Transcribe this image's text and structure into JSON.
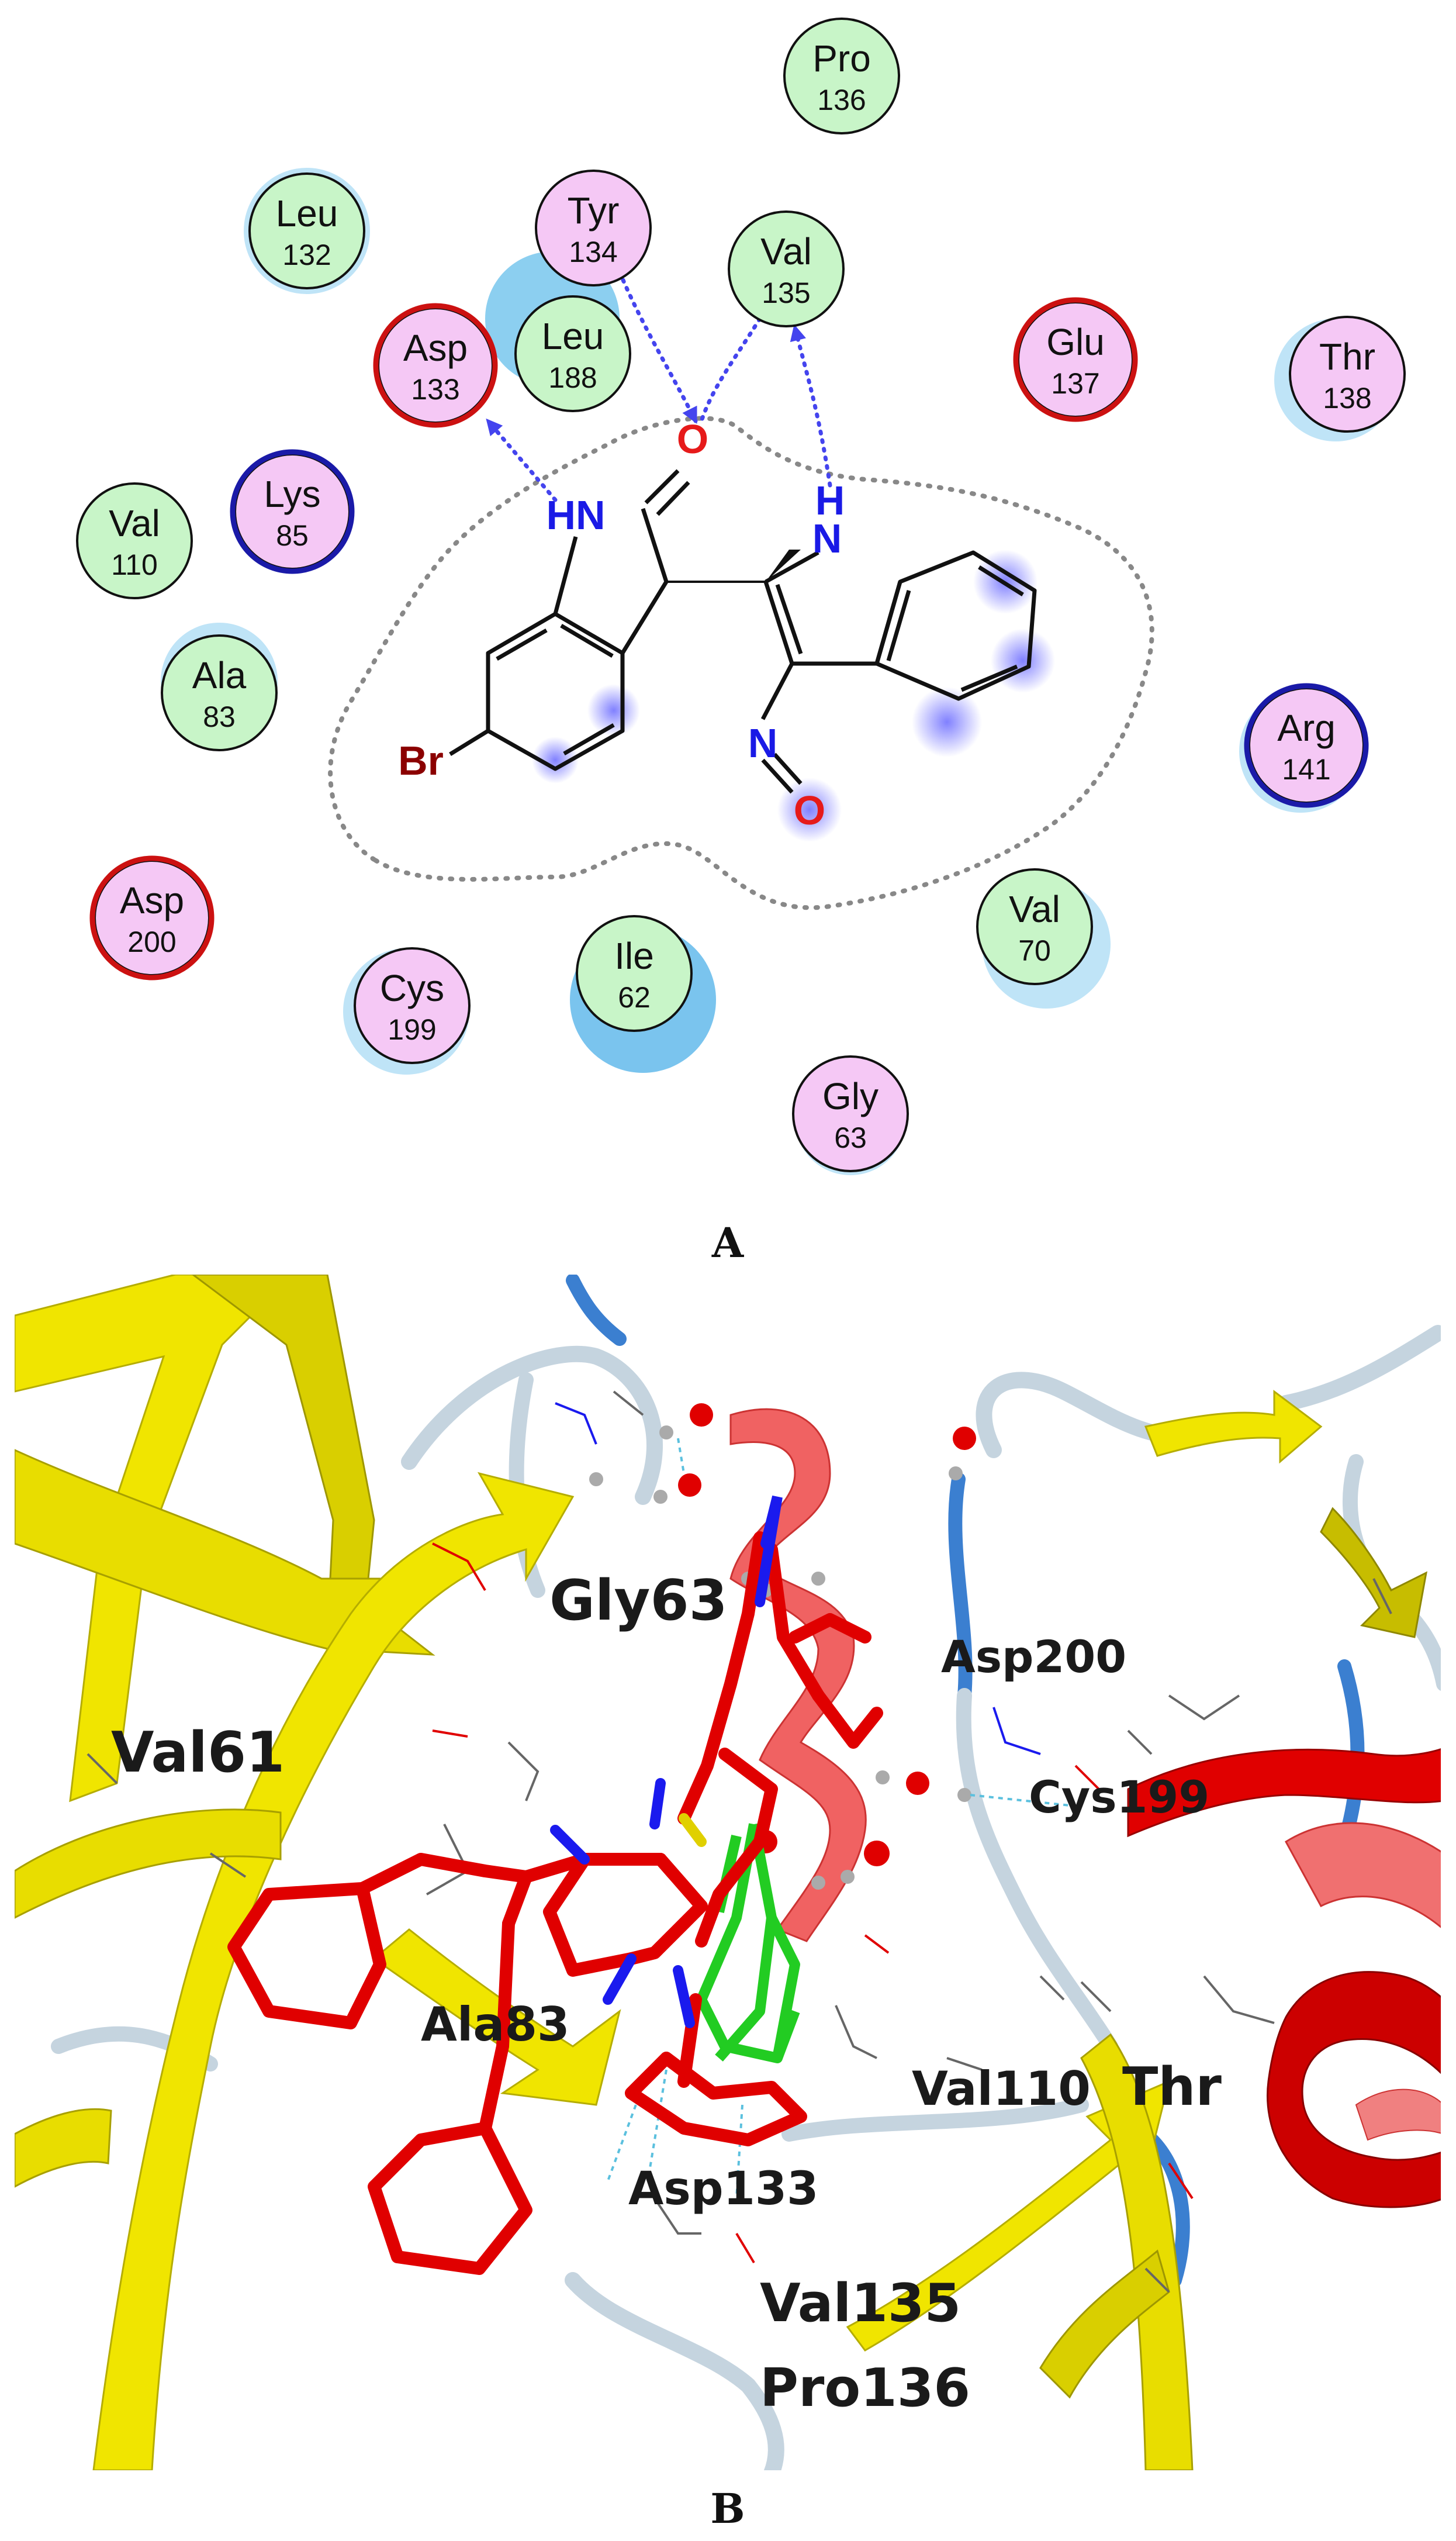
{
  "panel_a": {
    "label": "A",
    "residues": [
      {
        "name": "Pro",
        "num": "136",
        "type": "hydrophobic"
      },
      {
        "name": "Leu",
        "num": "132",
        "type": "hydrophobic"
      },
      {
        "name": "Tyr",
        "num": "134",
        "type": "polar"
      },
      {
        "name": "Val",
        "num": "135",
        "type": "hydrophobic"
      },
      {
        "name": "Leu",
        "num": "188",
        "type": "hydrophobic"
      },
      {
        "name": "Asp",
        "num": "133",
        "type": "acidic"
      },
      {
        "name": "Glu",
        "num": "137",
        "type": "acidic"
      },
      {
        "name": "Thr",
        "num": "138",
        "type": "polar"
      },
      {
        "name": "Lys",
        "num": "85",
        "type": "basic"
      },
      {
        "name": "Val",
        "num": "110",
        "type": "hydrophobic"
      },
      {
        "name": "Ala",
        "num": "83",
        "type": "hydrophobic"
      },
      {
        "name": "Arg",
        "num": "141",
        "type": "basic"
      },
      {
        "name": "Asp",
        "num": "200",
        "type": "acidic"
      },
      {
        "name": "Cys",
        "num": "199",
        "type": "polar"
      },
      {
        "name": "Ile",
        "num": "62",
        "type": "hydrophobic"
      },
      {
        "name": "Val",
        "num": "70",
        "type": "hydrophobic"
      },
      {
        "name": "Gly",
        "num": "63",
        "type": "polar"
      }
    ],
    "atoms": {
      "carbonyl_o": "O",
      "indolinone_nh": "HN",
      "indole_h": "H",
      "indole_n": "N",
      "bromine": "Br",
      "nitroso_n": "N",
      "nitroso_o": "O"
    },
    "colors": {
      "hydrophobic_fill": "#c8f5c8",
      "polar_fill": "#f5c8f5",
      "acidic_ring": "#cc1111",
      "basic_ring": "#1a1aa8",
      "hbond": "#4444ee",
      "exposure_halo": "#bfe4f7",
      "pocket_outline": "#888888"
    }
  },
  "panel_b": {
    "label": "B",
    "residue_labels": [
      "Gly63",
      "Val61",
      "Asp200",
      "Cys199",
      "Ala83",
      "Val110",
      "Thr",
      "Asp133",
      "Val135",
      "Pro136"
    ],
    "colors": {
      "strand": "#f0e500",
      "strand_shade": "#b5ad00",
      "helix": "#ee2a2a",
      "helix_light": "#f08080",
      "coil": "#c5d4df",
      "coil_blue": "#3b7fd0",
      "ligand_red": "#e00000",
      "ligand_green": "#22cc22",
      "ligand_blue": "#1a1aee",
      "water_o": "#e00000",
      "water_h": "#aaaaaa",
      "hbond": "#5bc0de"
    }
  }
}
